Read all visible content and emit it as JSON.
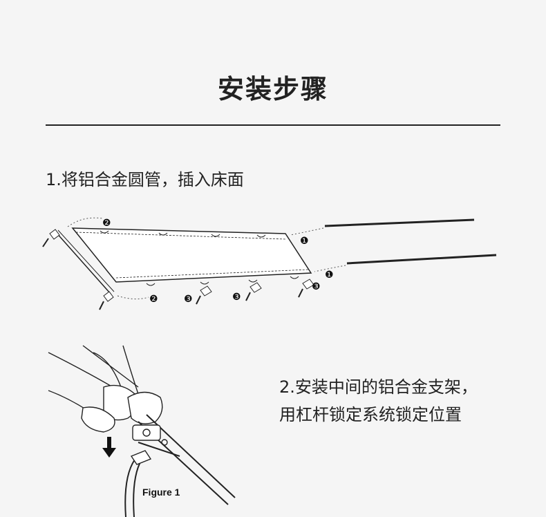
{
  "header": {
    "title": "安装步骤"
  },
  "steps": [
    {
      "text": "1.将铝合金圆管，插入床面"
    },
    {
      "text": "2.安装中间的铝合金支架，用杠杆锁定系统锁定位置"
    }
  ],
  "diagram": {
    "markers": {
      "one": "❶",
      "two": "❷",
      "three": "❸"
    }
  },
  "figure": {
    "label": "Figure 1"
  }
}
